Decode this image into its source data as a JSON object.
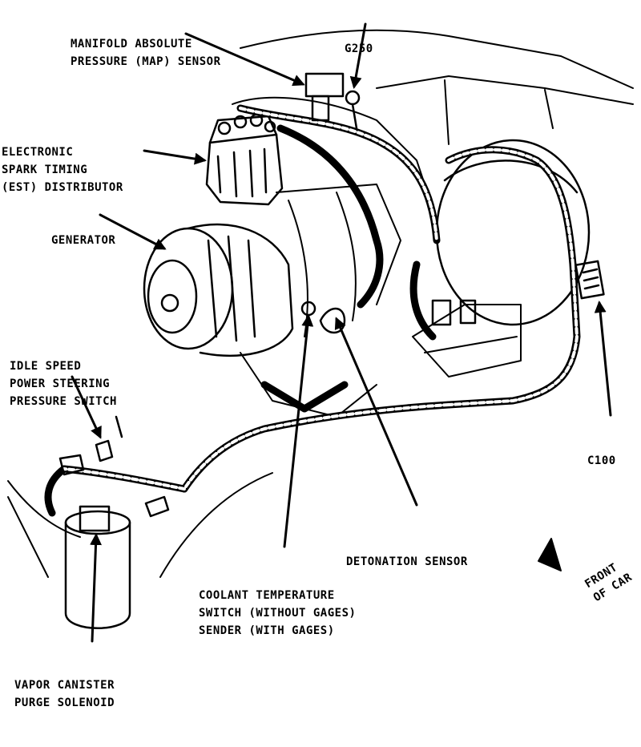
{
  "labels": {
    "map_sensor": [
      "MANIFOLD ABSOLUTE",
      "PRESSURE (MAP) SENSOR"
    ],
    "g250": [
      "G250"
    ],
    "est_distributor": [
      "ELECTRONIC",
      "SPARK TIMING",
      "(EST) DISTRIBUTOR"
    ],
    "generator": [
      "GENERATOR"
    ],
    "idle_speed_switch": [
      "IDLE SPEED",
      "POWER STEERING",
      "PRESSURE SWITCH"
    ],
    "c100": [
      "C100"
    ],
    "detonation_sensor": [
      "DETONATION SENSOR"
    ],
    "front_of_car": [
      "FRONT",
      "OF CAR"
    ],
    "coolant_switch": [
      "COOLANT TEMPERATURE",
      "SWITCH (WITHOUT GAGES)",
      "SENDER (WITH GAGES)"
    ],
    "vapor_canister": [
      "VAPOR CANISTER",
      "PURGE SOLENOID"
    ]
  },
  "colors": {
    "ink": "#000000",
    "paper": "#ffffff"
  }
}
